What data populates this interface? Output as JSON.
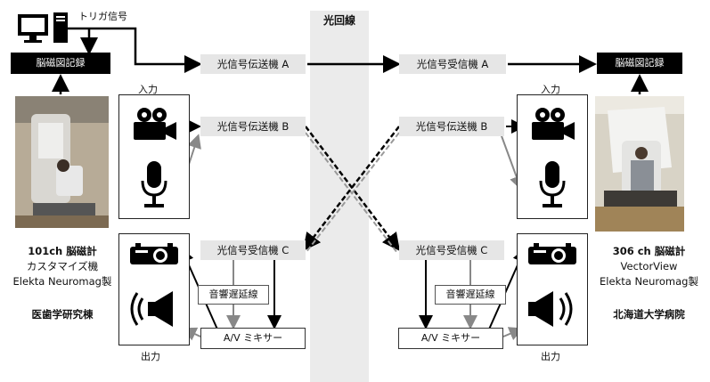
{
  "center": {
    "label": "光回線"
  },
  "trigger": {
    "label": "トリガ信号"
  },
  "left": {
    "record_label": "脳磁図記録",
    "input_label": "入力",
    "output_label": "出力",
    "tx_a": "光信号伝送機 A",
    "tx_b": "光信号伝送機 B",
    "rx_c": "光信号受信機 C",
    "delay": "音響遅延線",
    "mixer": "A/V ミキサー",
    "meg_title": "101ch 脳磁計",
    "meg_line2": "カスタマイズ機",
    "meg_line3": "Elekta Neuromag製",
    "site": "医歯学研究棟"
  },
  "right": {
    "record_label": "脳磁図記録",
    "input_label": "入力",
    "output_label": "出力",
    "rx_a": "光信号受信機 A",
    "tx_b": "光信号伝送機 B",
    "rx_c": "光信号受信機 C",
    "delay": "音響遅延線",
    "mixer": "A/V ミキサー",
    "meg_title": "306 ch 脳磁計",
    "meg_line2": "VectorView",
    "meg_line3": "Elekta Neuromag製",
    "site": "北海道大学病院"
  }
}
